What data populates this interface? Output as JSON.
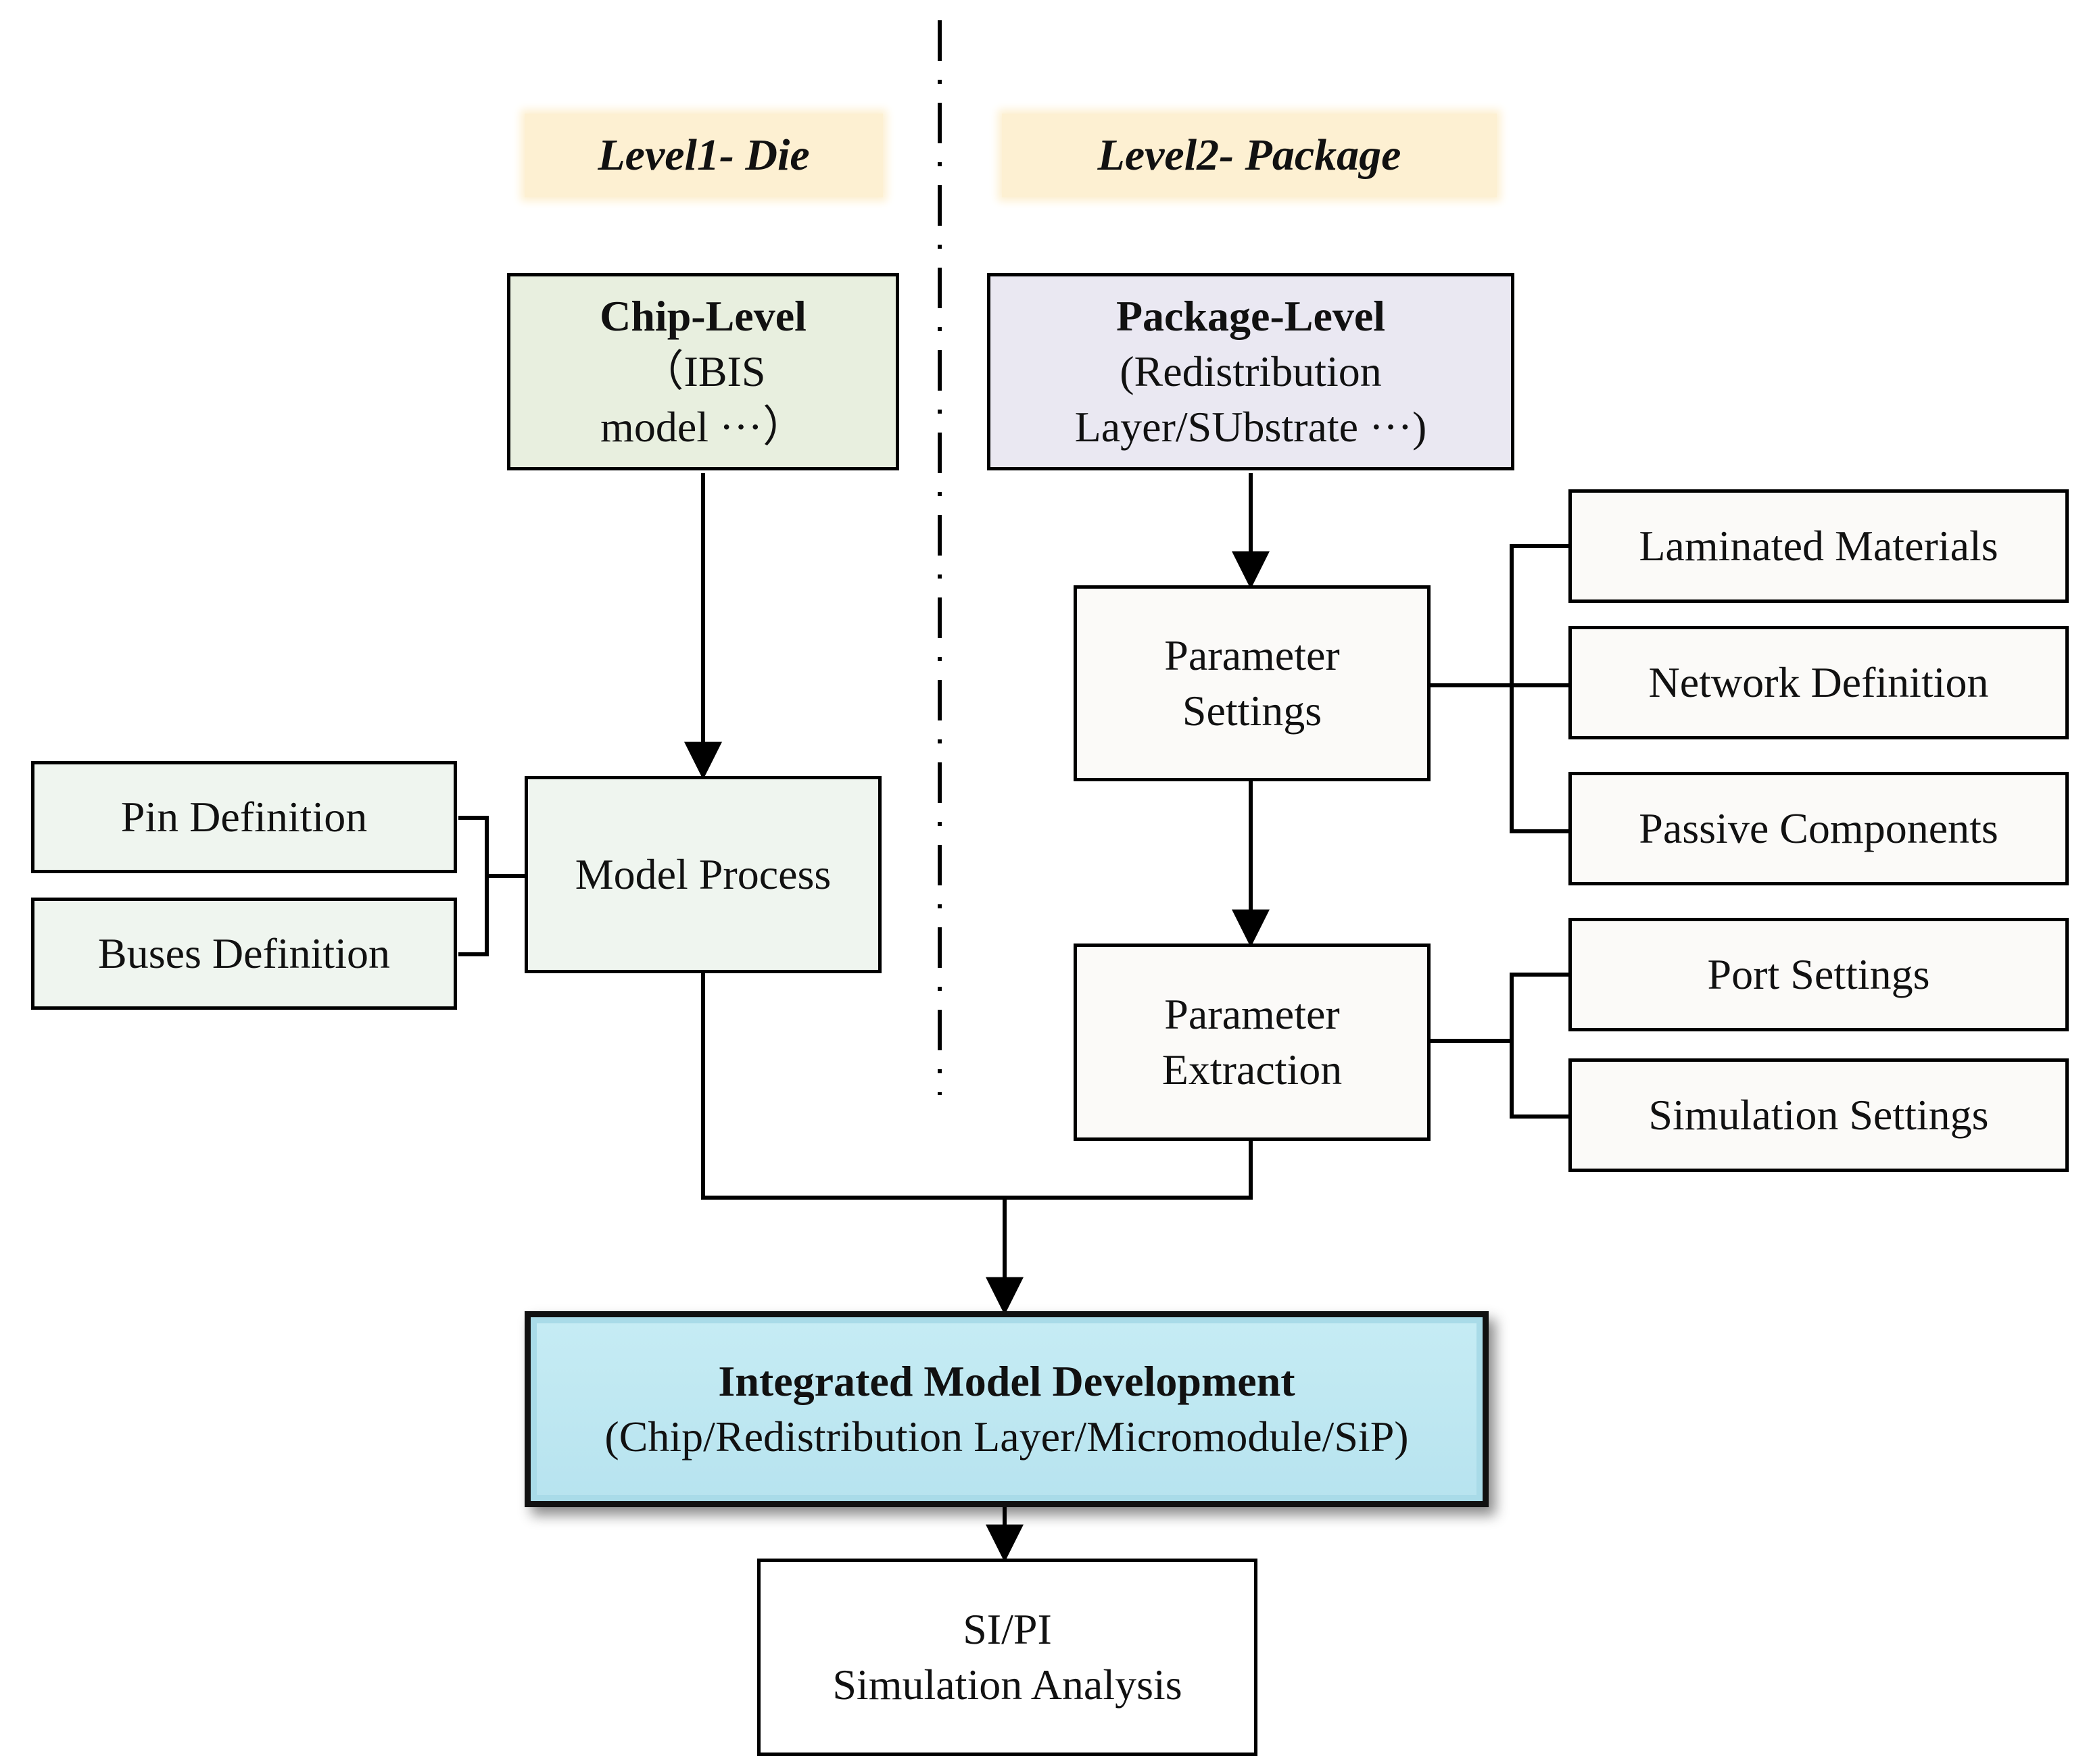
{
  "levels": {
    "die": "Level1- Die",
    "package": "Level2- Package"
  },
  "chip_level": {
    "title": "Chip-Level",
    "line1": "（IBIS",
    "line2": "model ···）"
  },
  "package_level": {
    "title": "Package-Level",
    "line1": "(Redistribution",
    "line2": "Layer/SUbstrate ···)"
  },
  "model_process": "Model Process",
  "pin_definition": "Pin Definition",
  "buses_definition": "Buses Definition",
  "parameter_settings": {
    "line1": "Parameter",
    "line2": "Settings"
  },
  "parameter_extraction": {
    "line1": "Parameter",
    "line2": "Extraction"
  },
  "settings_items": [
    "Laminated Materials",
    "Network Definition",
    "Passive Components"
  ],
  "extraction_items": [
    "Port Settings",
    "Simulation Settings"
  ],
  "integrated": {
    "title": "Integrated Model Development",
    "subtitle": "(Chip/Redistribution Layer/Micromodule/SiP)"
  },
  "sipi": {
    "line1": "SI/PI",
    "line2": "Simulation Analysis"
  },
  "colors": {
    "level_tag": "#fdf0d2",
    "chip": "#e8efdf",
    "package": "#eae8f2",
    "integrated": "#bce6f0"
  }
}
